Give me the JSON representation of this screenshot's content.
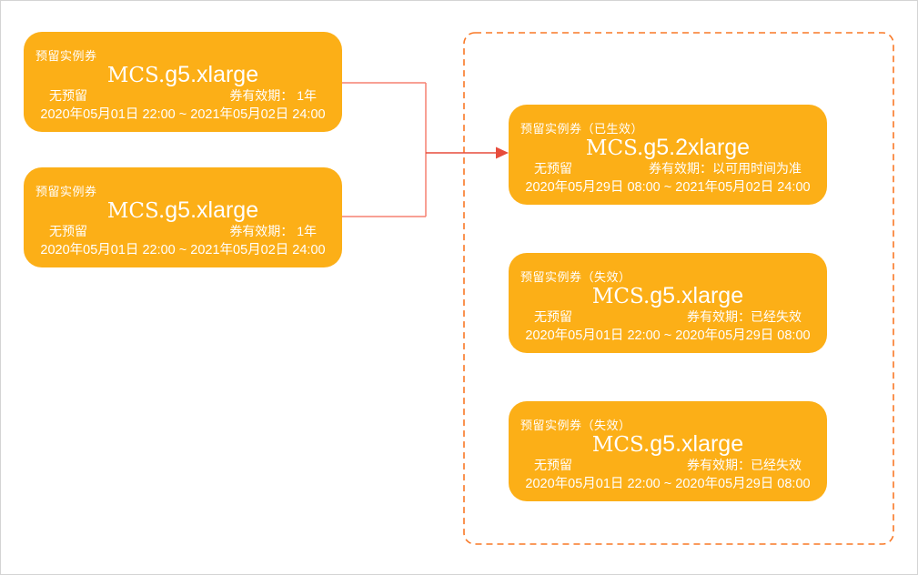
{
  "diagram": {
    "colors": {
      "card_background": "#FCAF17",
      "card_text": "#FFFFFF",
      "group_box_border": "#F97826",
      "bracket_line": "#F58170",
      "arrow": "#E74C3C",
      "canvas_border": "#D4D4D4"
    },
    "source_cards": [
      {
        "label": "预留实例券",
        "title_prefix": "MCS.",
        "title_rest": "g5.xlarge",
        "reservation": "无预留",
        "validity": "券有效期： 1年",
        "date_range": "2020年05月01日 22:00 ~ 2021年05月02日 24:00"
      },
      {
        "label": "预留实例券",
        "title_prefix": "MCS.",
        "title_rest": "g5.xlarge",
        "reservation": "无预留",
        "validity": "券有效期： 1年",
        "date_range": "2020年05月01日 22:00 ~ 2021年05月02日 24:00"
      }
    ],
    "result_cards": [
      {
        "label": "预留实例券（已生效）",
        "title_prefix": "MCS.",
        "title_rest": "g5.2xlarge",
        "reservation": "无预留",
        "validity": "券有效期：以可用时间为准",
        "date_range": "2020年05月29日 08:00 ~ 2021年05月02日 24:00"
      },
      {
        "label": "预留实例券（失效）",
        "title_prefix": "MCS.",
        "title_rest": "g5.xlarge",
        "reservation": "无预留",
        "validity": "券有效期：已经失效",
        "date_range": "2020年05月01日 22:00 ~ 2020年05月29日 08:00"
      },
      {
        "label": "预留实例券（失效）",
        "title_prefix": "MCS.",
        "title_rest": "g5.xlarge",
        "reservation": "无预留",
        "validity": "券有效期：已经失效",
        "date_range": "2020年05月01日 22:00 ~ 2020年05月29日 08:00"
      }
    ]
  }
}
